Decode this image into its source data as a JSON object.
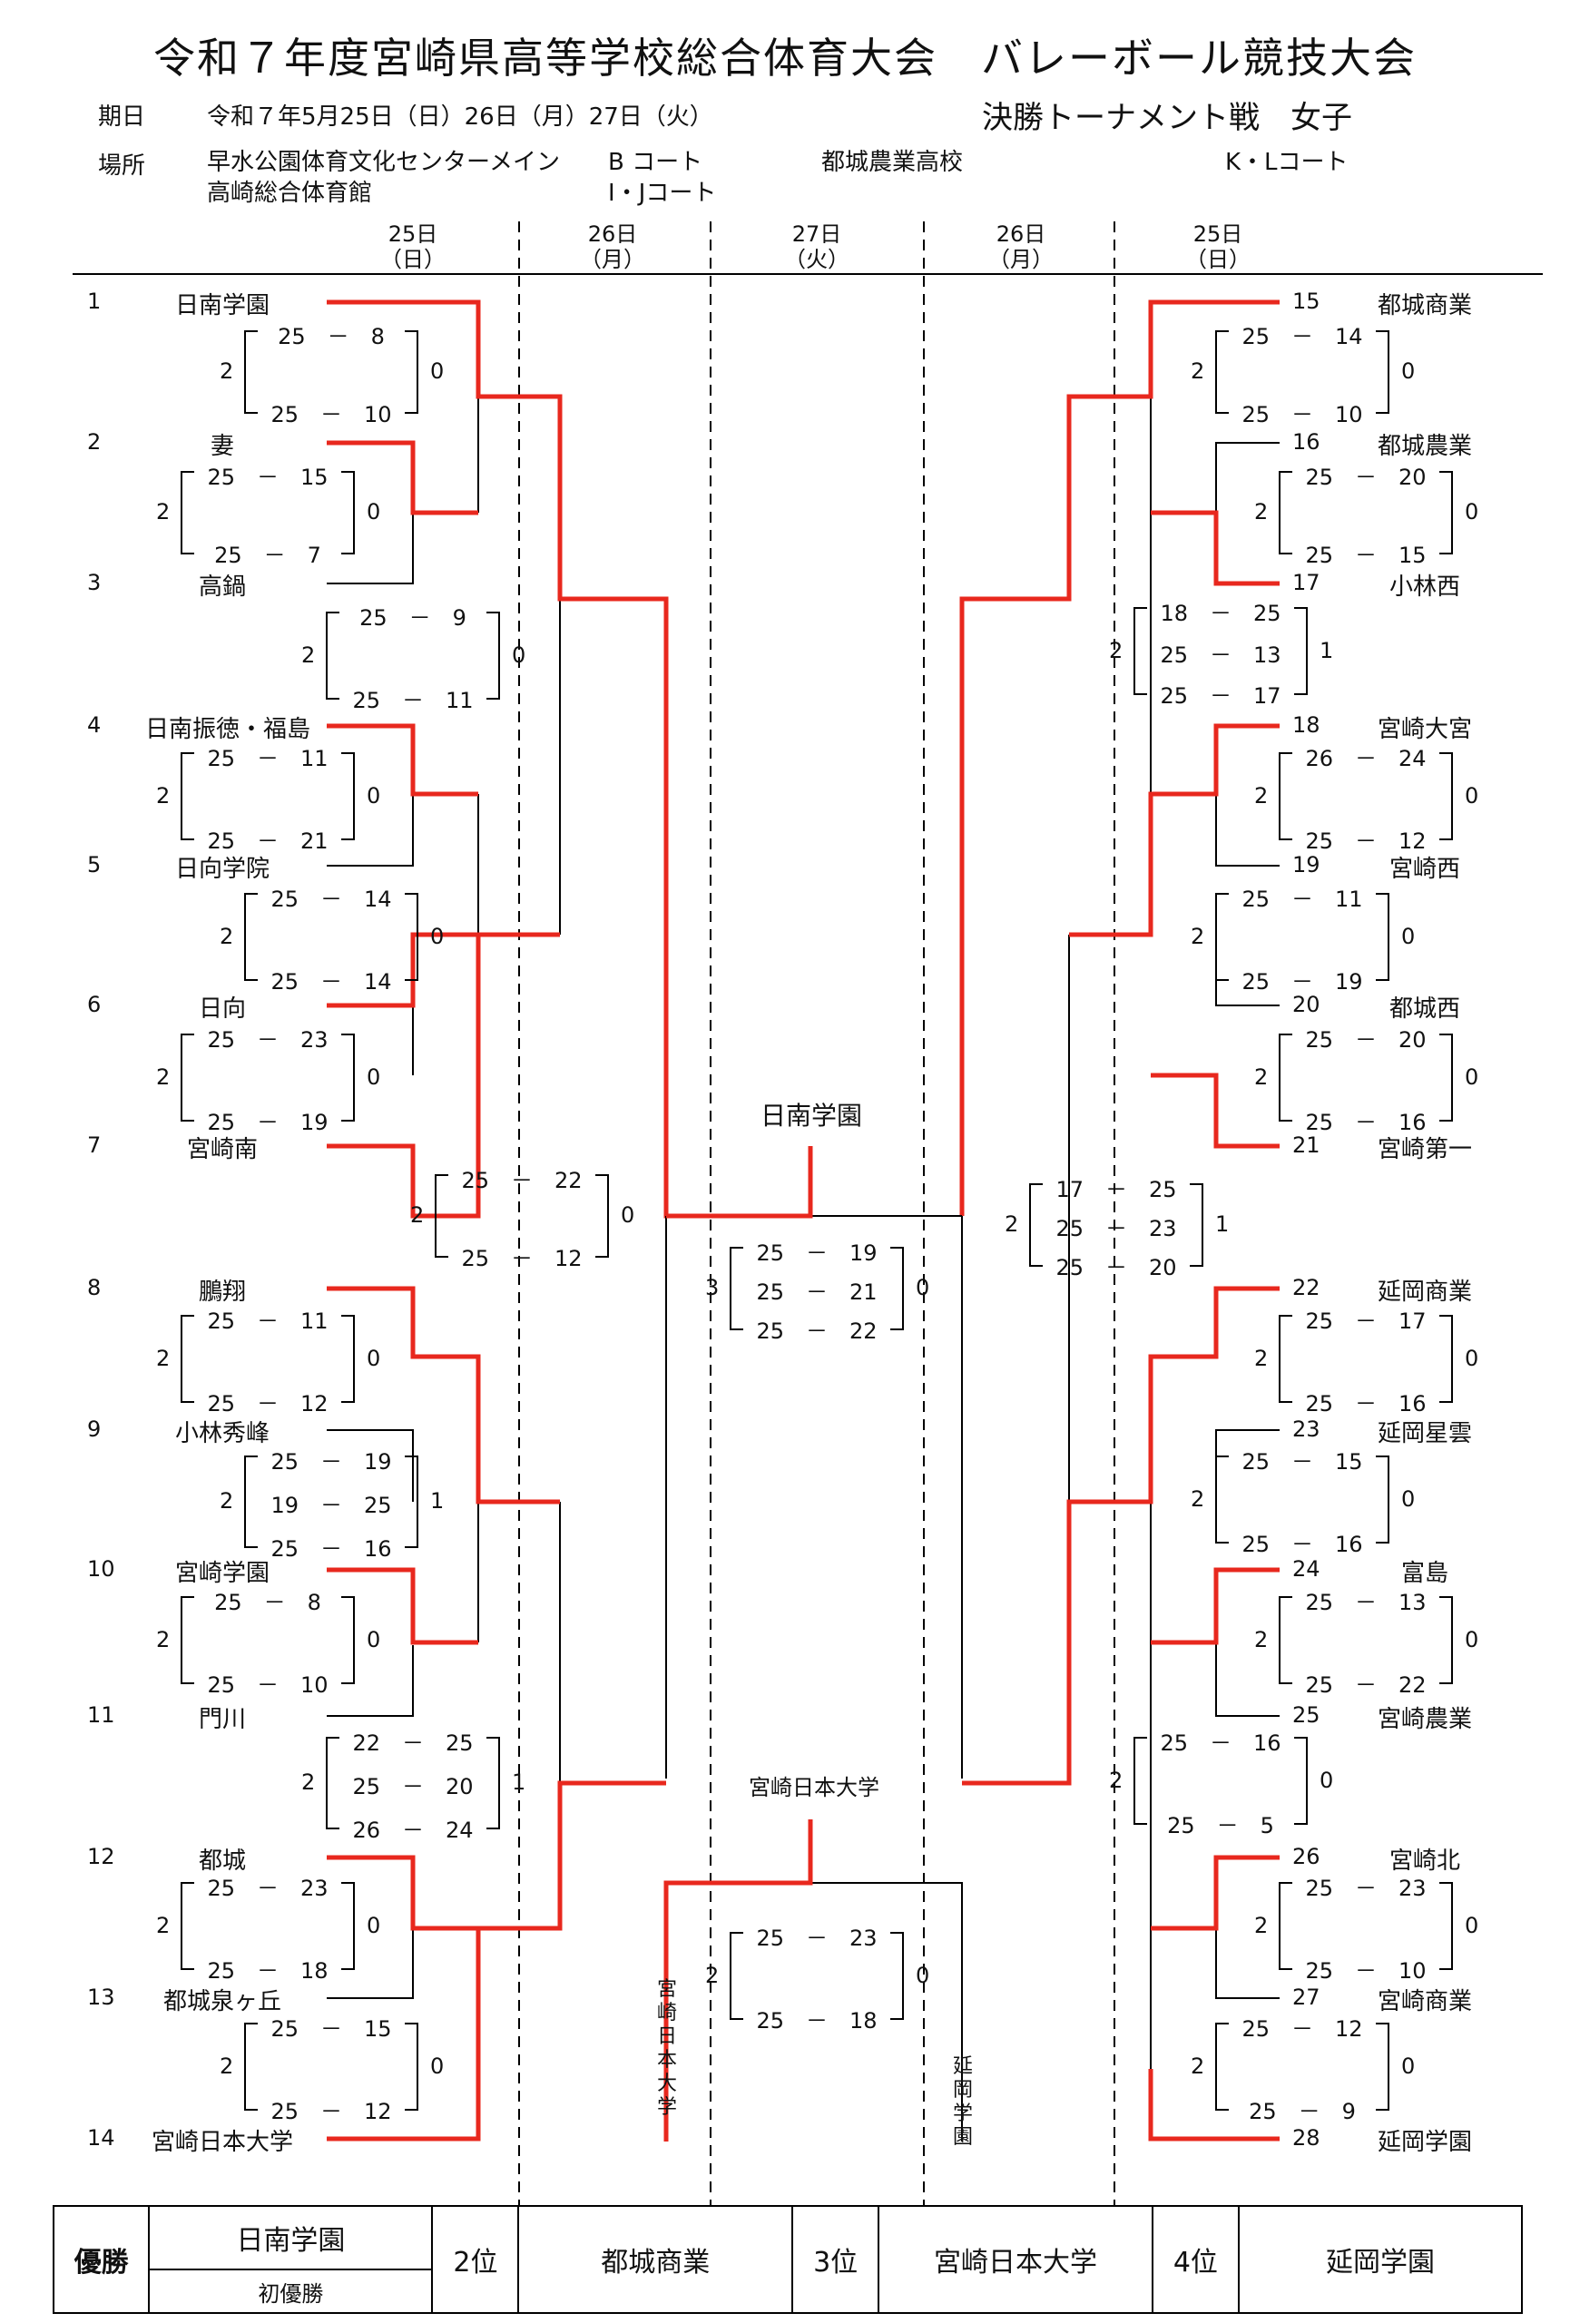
{
  "title": "令和７年度宮崎県高等学校総合体育大会　バレーボール競技大会",
  "header": {
    "date_label": "期日",
    "date_value": "令和７年5月25日（日）26日（月）27日（火）",
    "category": "決勝トーナメント戦　女子",
    "place_label": "場所",
    "venue1": "早水公園体育文化センターメイン",
    "venue1_court": "B コート",
    "venue2": "都城農業高校",
    "venue2_court": "K・Lコート",
    "venue3": "高崎総合体育館",
    "venue3_court": "I・Jコート"
  },
  "days": [
    {
      "date": "25日",
      "dow": "（日）"
    },
    {
      "date": "26日",
      "dow": "（月）"
    },
    {
      "date": "27日",
      "dow": "（火）"
    },
    {
      "date": "26日",
      "dow": "（月）"
    },
    {
      "date": "25日",
      "dow": "（日）"
    }
  ],
  "teams_left": [
    {
      "num": "1",
      "name": "日南学園"
    },
    {
      "num": "2",
      "name": "妻"
    },
    {
      "num": "3",
      "name": "高鍋"
    },
    {
      "num": "4",
      "name": "日南振徳・福島"
    },
    {
      "num": "5",
      "name": "日向学院"
    },
    {
      "num": "6",
      "name": "日向"
    },
    {
      "num": "7",
      "name": "宮崎南"
    },
    {
      "num": "8",
      "name": "鵬翔"
    },
    {
      "num": "9",
      "name": "小林秀峰"
    },
    {
      "num": "10",
      "name": "宮崎学園"
    },
    {
      "num": "11",
      "name": "門川"
    },
    {
      "num": "12",
      "name": "都城"
    },
    {
      "num": "13",
      "name": "都城泉ヶ丘"
    },
    {
      "num": "14",
      "name": "宮崎日本大学"
    }
  ],
  "teams_right": [
    {
      "num": "15",
      "name": "都城商業"
    },
    {
      "num": "16",
      "name": "都城農業"
    },
    {
      "num": "17",
      "name": "小林西"
    },
    {
      "num": "18",
      "name": "宮崎大宮"
    },
    {
      "num": "19",
      "name": "宮崎西"
    },
    {
      "num": "20",
      "name": "都城西"
    },
    {
      "num": "21",
      "name": "宮崎第一"
    },
    {
      "num": "22",
      "name": "延岡商業"
    },
    {
      "num": "23",
      "name": "延岡星雲"
    },
    {
      "num": "24",
      "name": "富島"
    },
    {
      "num": "25",
      "name": "宮崎農業"
    },
    {
      "num": "26",
      "name": "宮崎北"
    },
    {
      "num": "27",
      "name": "宮崎商業"
    },
    {
      "num": "28",
      "name": "延岡学園"
    }
  ],
  "scores": [
    {
      "l": "2",
      "r": "0",
      "sets": [
        "25　－　8",
        "25　－　10"
      ]
    },
    {
      "l": "2",
      "r": "0",
      "sets": [
        "25　－　15",
        "25　－　7"
      ]
    },
    {
      "l": "2",
      "r": "0",
      "sets": [
        "25　－　9",
        "25　－　11"
      ]
    },
    {
      "l": "2",
      "r": "0",
      "sets": [
        "25　－　11",
        "25　－　21"
      ]
    },
    {
      "l": "2",
      "r": "0",
      "sets": [
        "25　－　14",
        "25　－　14"
      ]
    },
    {
      "l": "2",
      "r": "0",
      "sets": [
        "25　－　23",
        "25　－　19"
      ]
    },
    {
      "l": "2",
      "r": "0",
      "sets": [
        "25　－　22",
        "25　－　12"
      ]
    },
    {
      "l": "2",
      "r": "0",
      "sets": [
        "25　－　11",
        "25　－　12"
      ]
    },
    {
      "l": "2",
      "r": "1",
      "sets": [
        "25　－　19",
        "19　－　25",
        "25　－　16"
      ]
    },
    {
      "l": "2",
      "r": "0",
      "sets": [
        "25　－　8",
        "25　－　10"
      ]
    },
    {
      "l": "2",
      "r": "1",
      "sets": [
        "22　－　25",
        "25　－　20",
        "26　－　24"
      ]
    },
    {
      "l": "2",
      "r": "0",
      "sets": [
        "25　－　23",
        "25　－　18"
      ]
    },
    {
      "l": "2",
      "r": "0",
      "sets": [
        "25　－　15",
        "25　－　12"
      ]
    },
    {
      "l": "2",
      "r": "0",
      "sets": [
        "25　－　14",
        "25　－　10"
      ]
    },
    {
      "l": "2",
      "r": "0",
      "sets": [
        "25　－　20",
        "25　－　15"
      ]
    },
    {
      "l": "2",
      "r": "1",
      "sets": [
        "18　－　25",
        "25　－　13",
        "25　－　17"
      ]
    },
    {
      "l": "2",
      "r": "0",
      "sets": [
        "26　－　24",
        "25　－　12"
      ]
    },
    {
      "l": "2",
      "r": "0",
      "sets": [
        "25　－　11",
        "25　－　19"
      ]
    },
    {
      "l": "2",
      "r": "0",
      "sets": [
        "25　－　20",
        "25　－　16"
      ]
    },
    {
      "l": "2",
      "r": "1",
      "sets": [
        "17　－　25",
        "25　－　23",
        "25　－　20"
      ]
    },
    {
      "l": "2",
      "r": "0",
      "sets": [
        "25　－　17",
        "25　－　16"
      ]
    },
    {
      "l": "2",
      "r": "0",
      "sets": [
        "25　－　15",
        "25　－　16"
      ]
    },
    {
      "l": "2",
      "r": "0",
      "sets": [
        "25　－　13",
        "25　－　22"
      ]
    },
    {
      "l": "2",
      "r": "0",
      "sets": [
        "25　－　16",
        "25　－　5"
      ]
    },
    {
      "l": "2",
      "r": "0",
      "sets": [
        "25　－　23",
        "25　－　10"
      ]
    },
    {
      "l": "2",
      "r": "0",
      "sets": [
        "25　－　12",
        "25　－　9"
      ]
    },
    {
      "l": "3",
      "r": "0",
      "sets": [
        "25　－　19",
        "25　－　21",
        "25　－　22"
      ]
    },
    {
      "l": "2",
      "r": "0",
      "sets": [
        "25　－　23",
        "25　－　18"
      ]
    }
  ],
  "final_winner": "日南学園",
  "third_place_winner": "宮崎日本大学",
  "third_left": "宮崎日本大学",
  "third_right": "延岡学園",
  "results": {
    "rank1_label": "優勝",
    "rank1_team": "日南学園",
    "rank1_note": "初優勝",
    "rank2_label": "2位",
    "rank2_team": "都城商業",
    "rank3_label": "3位",
    "rank3_team": "宮崎日本大学",
    "rank4_label": "4位",
    "rank4_team": "延岡学園"
  },
  "colors": {
    "winner_line": "#e8281e",
    "line": "#000000"
  }
}
